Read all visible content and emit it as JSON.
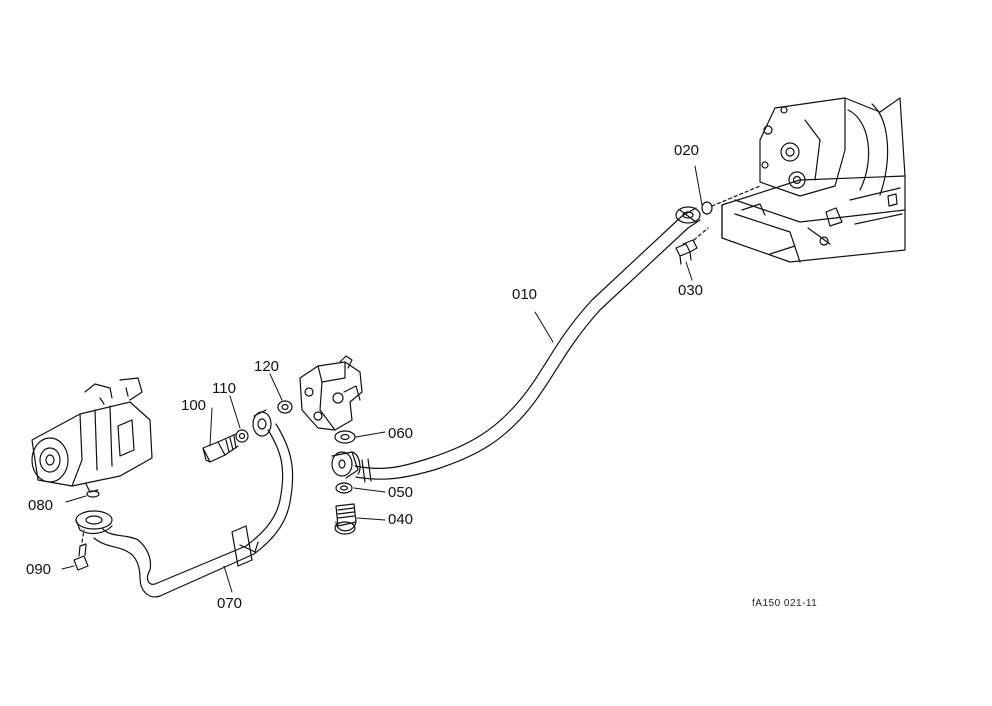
{
  "parts": {
    "p010": "010",
    "p020": "020",
    "p030": "030",
    "p040": "040",
    "p050": "050",
    "p060": "060",
    "p070": "070",
    "p080": "080",
    "p090": "090",
    "p100": "100",
    "p110": "110",
    "p120": "120"
  },
  "drawing_code": "fA150 021-11",
  "colors": {
    "line": "#111111",
    "background": "#ffffff"
  }
}
